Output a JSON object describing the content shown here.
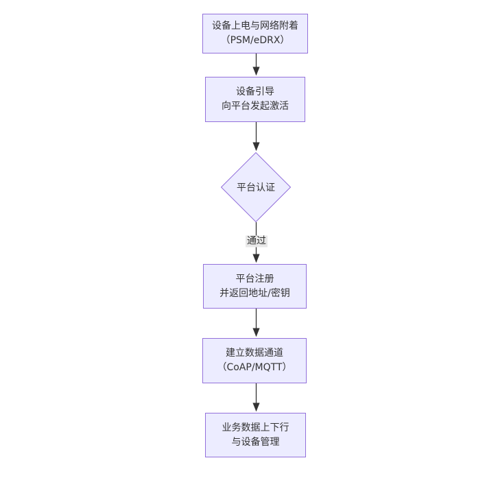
{
  "flowchart": {
    "type": "flowchart-vertical",
    "background": "#ffffff",
    "colors": {
      "node_fill": "#ECECFF",
      "node_border": "#9370DB",
      "edge_stroke": "#333333",
      "arrowhead": "#333333",
      "edge_label_bg": "#e8e8e8",
      "text": "#333333"
    },
    "nodes": [
      {
        "id": "power-attach",
        "type": "rect",
        "lines": [
          "设备上电与网络附着",
          "（PSM/eDRX）"
        ]
      },
      {
        "id": "bootstrap",
        "type": "rect",
        "lines": [
          "设备引导",
          "向平台发起激活"
        ]
      },
      {
        "id": "platform-auth",
        "type": "diamond",
        "lines": [
          "平台认证"
        ]
      },
      {
        "id": "register",
        "type": "rect",
        "lines": [
          "平台注册",
          "并返回地址/密钥"
        ]
      },
      {
        "id": "data-channel",
        "type": "rect",
        "lines": [
          "建立数据通道",
          "（CoAP/MQTT）"
        ]
      },
      {
        "id": "business",
        "type": "rect",
        "lines": [
          "业务数据上下行",
          "与设备管理"
        ]
      }
    ],
    "edges": [
      {
        "from": "power-attach",
        "to": "bootstrap",
        "label": ""
      },
      {
        "from": "bootstrap",
        "to": "platform-auth",
        "label": ""
      },
      {
        "from": "platform-auth",
        "to": "register",
        "label": "通过"
      },
      {
        "from": "register",
        "to": "data-channel",
        "label": ""
      },
      {
        "from": "data-channel",
        "to": "business",
        "label": ""
      }
    ]
  }
}
